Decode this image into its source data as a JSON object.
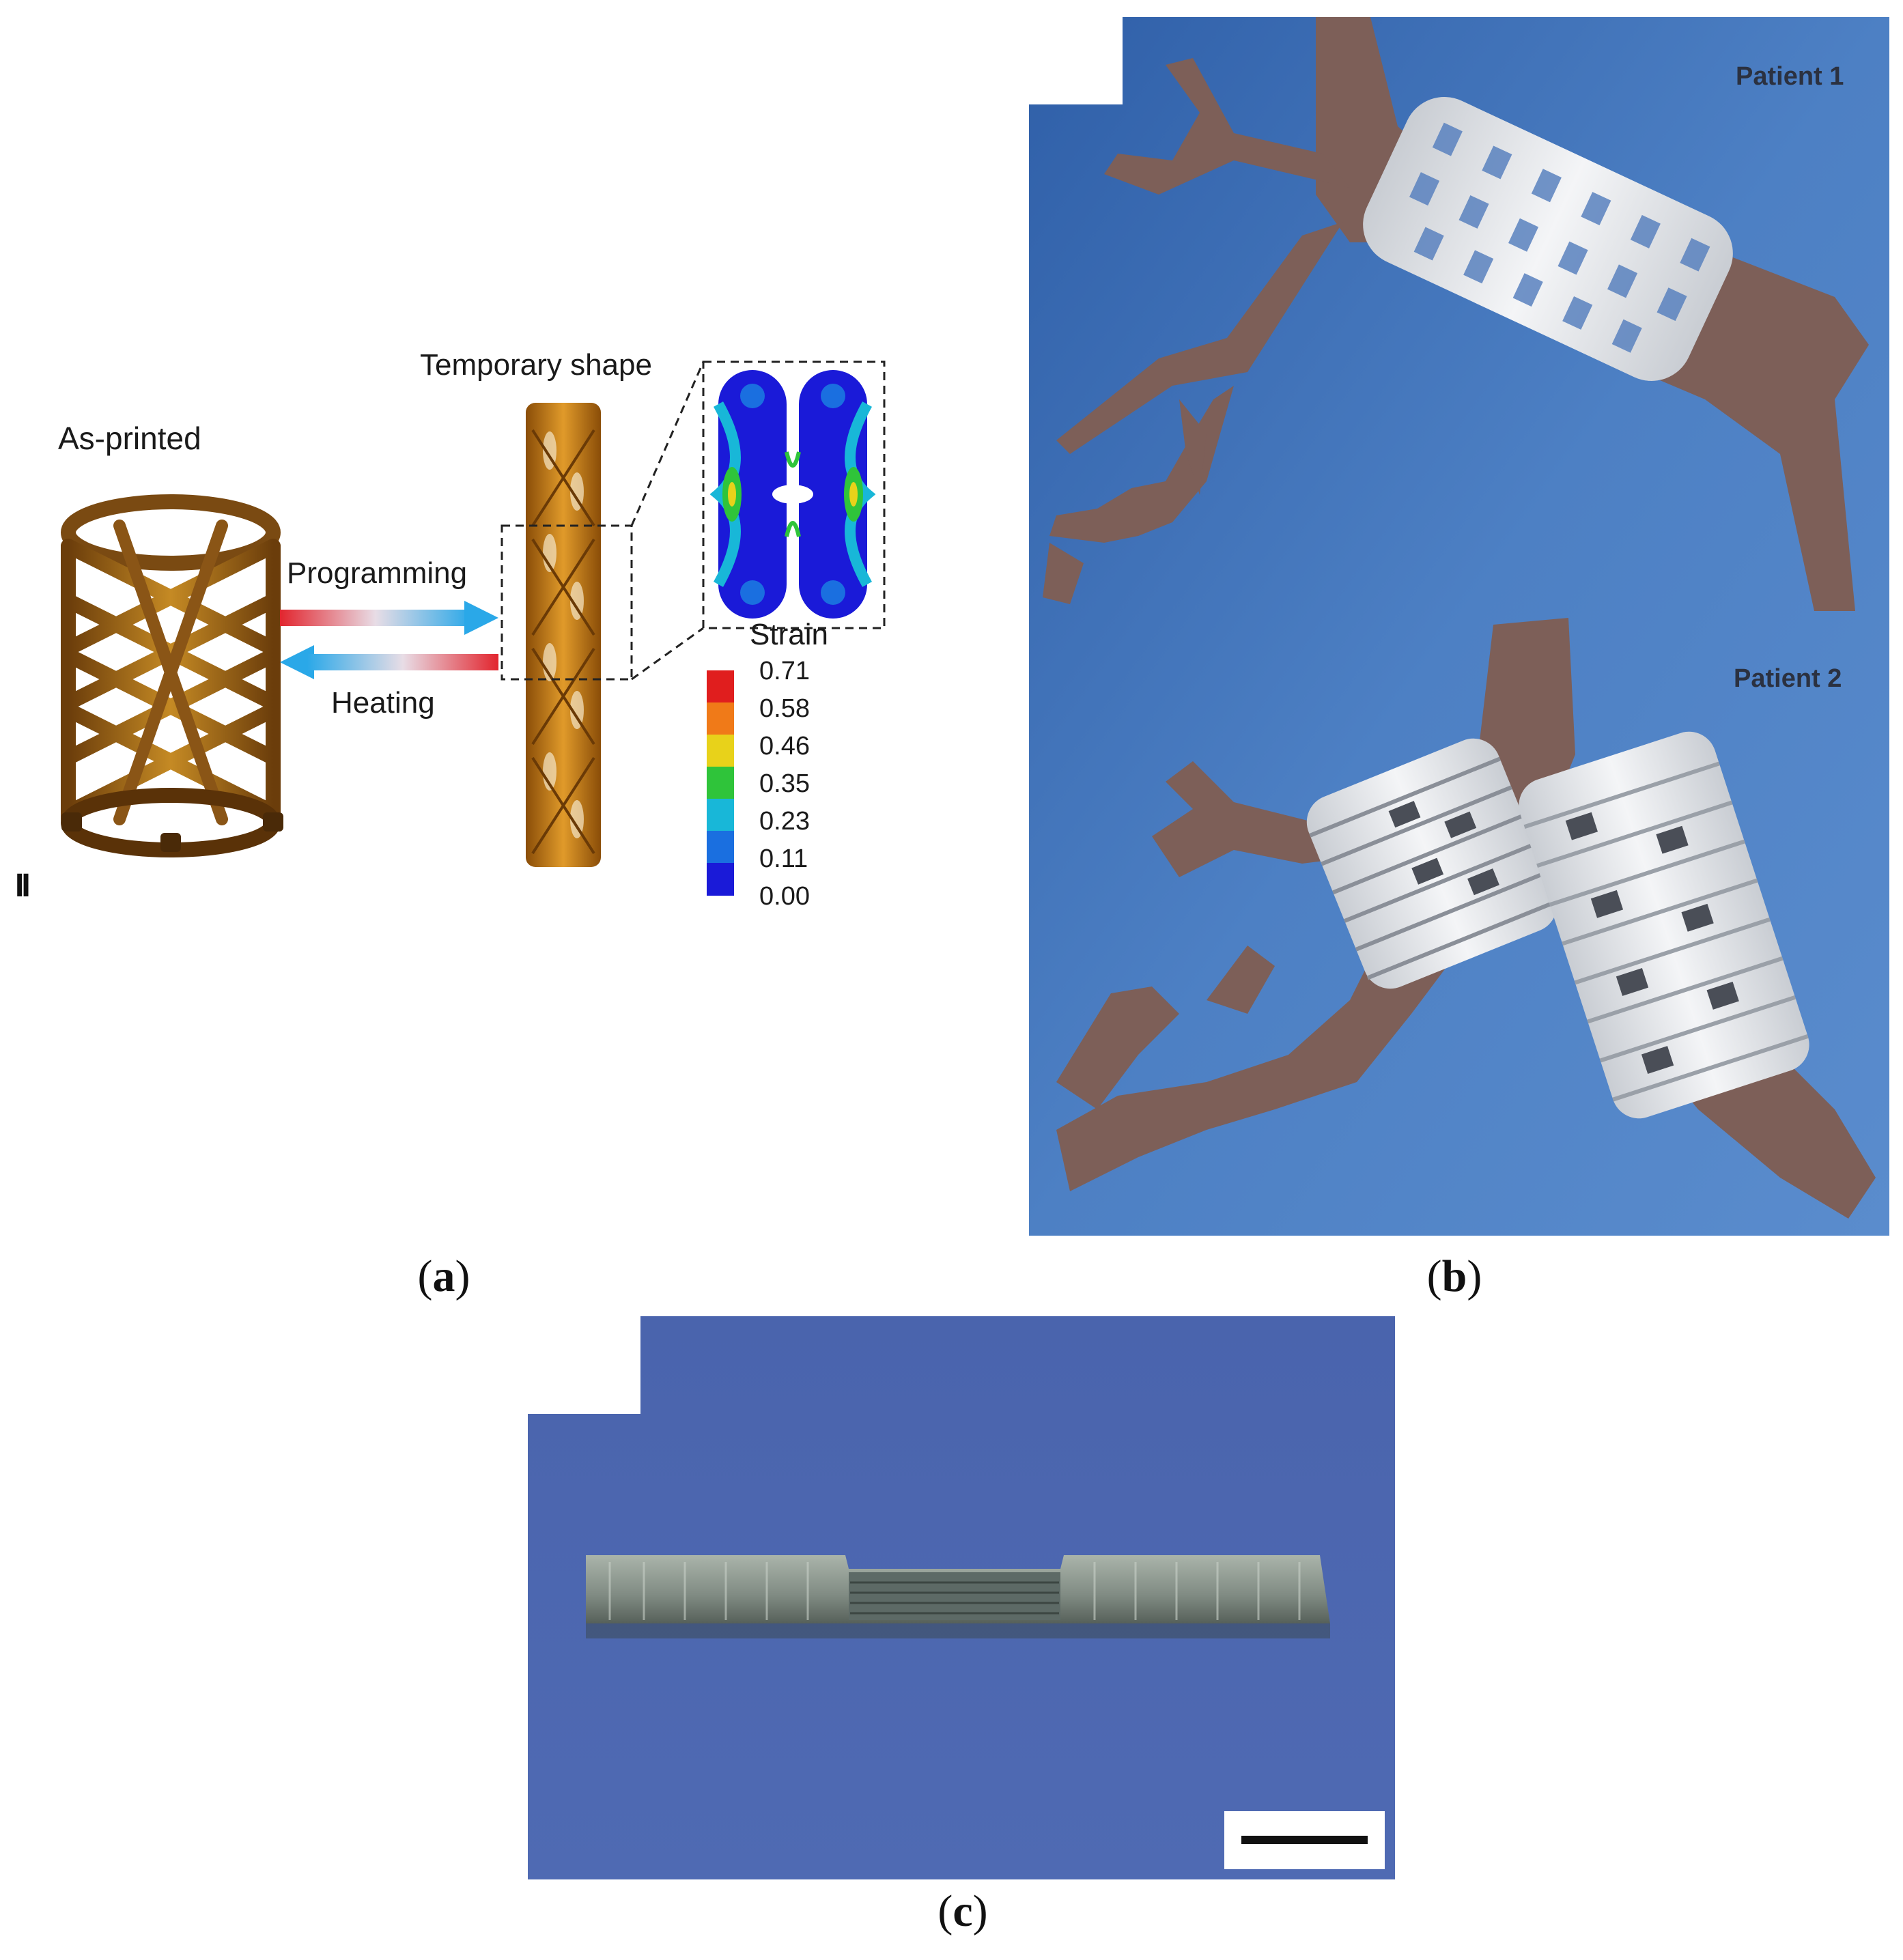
{
  "panel_a": {
    "caption_letter": "a",
    "labels": {
      "as_printed": "As-printed",
      "temporary_shape": "Temporary shape",
      "programming": "Programming",
      "heating": "Heating",
      "roman_numeral": "II"
    },
    "strain_legend": {
      "title": "Strain",
      "ticks": [
        "0.71",
        "0.58",
        "0.46",
        "0.35",
        "0.23",
        "0.11",
        "0.00"
      ],
      "colors": [
        "#e01e1e",
        "#f07a18",
        "#e8d21a",
        "#2fc43a",
        "#18b7d8",
        "#1a6fe0",
        "#1a1ad8"
      ]
    },
    "colors": {
      "stent_amber": "#b8750f",
      "stent_dark": "#5a3208",
      "arrow_red": "#e2252e",
      "arrow_blue": "#2aa8e8"
    }
  },
  "panel_b": {
    "caption_letter": "b",
    "labels": {
      "patient1": "Patient 1",
      "patient2": "Patient 2"
    },
    "colors": {
      "background": "#4d80c4",
      "airway": "#7d5f58",
      "stent": "#e9ebee"
    }
  },
  "panel_c": {
    "caption_letter": "c",
    "colors": {
      "background": "#4b66b0",
      "specimen": "#8d9890",
      "scalebar": "#111111"
    }
  }
}
